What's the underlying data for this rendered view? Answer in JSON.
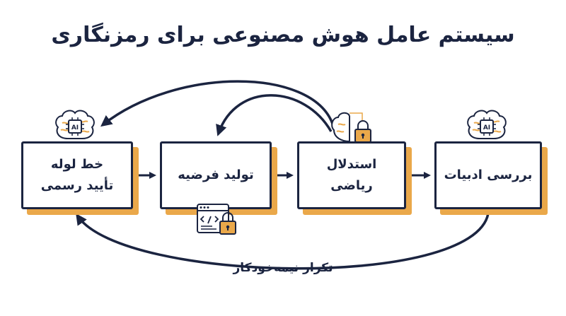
{
  "title": "سیستم عامل هوش مصنوعی برای رمزنگاری",
  "stages": [
    {
      "id": "literature",
      "label": "بررسی ادبیات"
    },
    {
      "id": "reasoning",
      "label": "استدلال\nریاضی"
    },
    {
      "id": "hypothesis",
      "label": "تولید فرضیه"
    },
    {
      "id": "verification",
      "label": "خط لوله\nتأیید رسمی"
    }
  ],
  "icons": {
    "ai_chip_text": "AI",
    "literature_icon": "brain-ai-chip-icon",
    "reasoning_icon": "brain-lock-icon",
    "hypothesis_icon": "code-window-lock-icon",
    "verification_icon": "brain-ai-chip-icon"
  },
  "loop_label": "تکرار نیمه‌خودکار",
  "colors": {
    "navy": "#1b2440",
    "accent": "#eaa84a",
    "background": "#ffffff"
  }
}
